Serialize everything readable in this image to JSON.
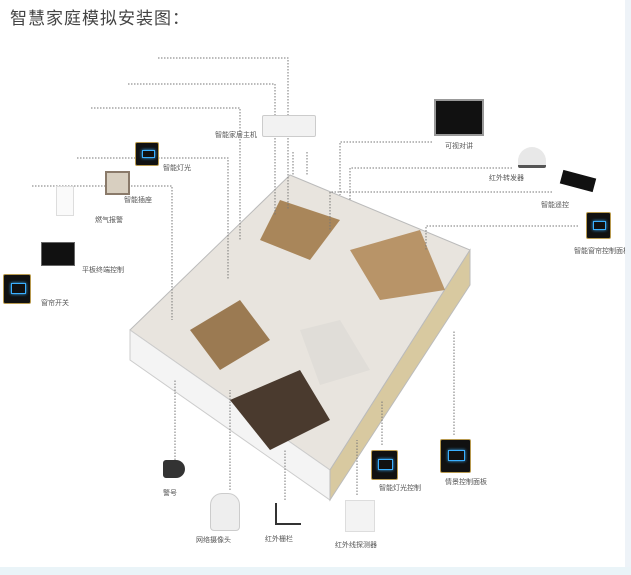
{
  "title": "智慧家庭模拟安装图：",
  "devices": {
    "hub": "智能家居主机",
    "smart_light": "智能灯光",
    "smart_socket": "智能插座",
    "gas_alarm": "燃气报警",
    "tablet_control": "平板终端控制",
    "curtain_switch": "窗帘开关",
    "video_intercom": "可视对讲",
    "ir_transmitter": "红外转发器",
    "smart_remote": "智能遥控",
    "curtain_panel": "智能窗帘控制面板",
    "siren": "警号",
    "ip_camera": "网络摄像头",
    "ir_fence": "红外栅栏",
    "ir_detector": "红外线探测器",
    "light_control": "智能灯光控制",
    "scene_panel": "情景控制面板"
  }
}
